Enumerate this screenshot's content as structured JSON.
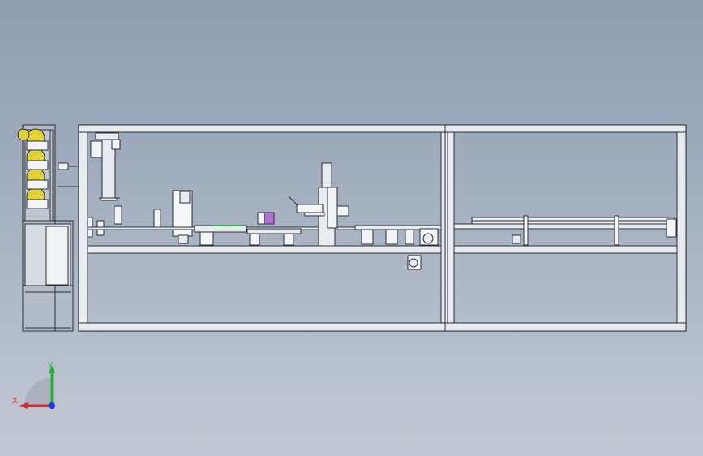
{
  "viewport": {
    "background_top": "#8e9db1",
    "background_bottom": "#c3c9d4"
  },
  "model": {
    "frame_color": "#e8ebf0",
    "line_color": "#2b2f36",
    "accent_colors": {
      "roller_yellow": "#e2d23a",
      "purple_block": "#b36fd8",
      "green_line": "#37b64a",
      "frame_fill": "#b4bcc8"
    },
    "components": [
      "left-cabinet",
      "main-frame",
      "conveyor-right",
      "vertical-column",
      "pick-and-place-arm",
      "motor-block"
    ]
  },
  "triad": {
    "x_label": "X",
    "y_label": "Y",
    "x_color": "#e0282e",
    "y_color": "#1fb42c",
    "z_color": "#2339e0"
  }
}
